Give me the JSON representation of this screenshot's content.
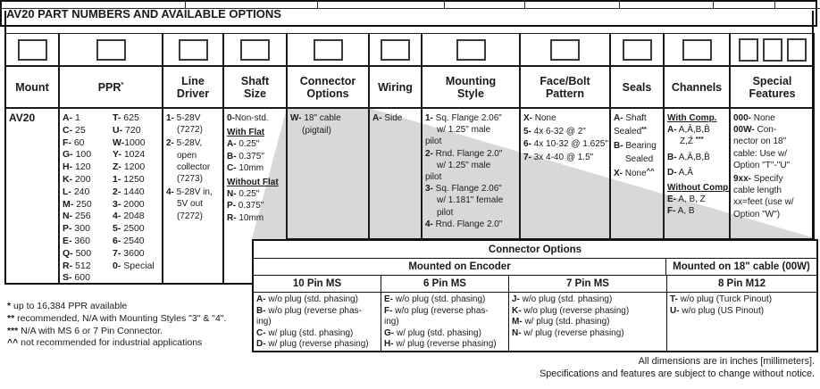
{
  "page": {
    "title": "AV20 PART NUMBERS AND AVAILABLE OPTIONS",
    "footnotes": [
      {
        "p": "*",
        "t": " up to 16,384 PPR available"
      },
      {
        "p": "**",
        "t": " recommended, N/A with Mounting Styles \"3\" & \"4\"."
      },
      {
        "p": "***",
        "t": " N/A with MS 6 or 7 Pin Connector."
      },
      {
        "p": "^^",
        "t": " not recommended for industrial applications"
      }
    ],
    "notes": [
      {
        "t": "All dimensions are in inches [millimeters]."
      },
      {
        "t": "Specifications and features are subject to change without notice."
      }
    ],
    "colors": {
      "shade": "#d8d8d8",
      "ink": "#1a1a1a"
    }
  },
  "columns": [
    {
      "id": "mount",
      "header": {
        "t": "Mount"
      },
      "boxes": 1,
      "body": [
        {
          "p": "AV20"
        }
      ]
    },
    {
      "id": "ppr",
      "header": {
        "t": "PPR",
        "sup": "*"
      },
      "boxes": 1,
      "body_left": [
        {
          "p": "A-",
          "t": " 1"
        },
        {
          "p": "C-",
          "t": " 25"
        },
        {
          "p": "F-",
          "t": " 60"
        },
        {
          "p": "G-",
          "t": " 100"
        },
        {
          "p": "H-",
          "t": " 120"
        },
        {
          "p": "K-",
          "t": " 200"
        },
        {
          "p": "L-",
          "t": " 240"
        },
        {
          "p": "M-",
          "t": " 250"
        },
        {
          "p": "N-",
          "t": " 256"
        },
        {
          "p": "P-",
          "t": " 300"
        },
        {
          "p": "E-",
          "t": " 360"
        },
        {
          "p": "Q-",
          "t": " 500"
        },
        {
          "p": "R-",
          "t": " 512"
        },
        {
          "p": "S-",
          "t": " 600"
        }
      ],
      "body_right": [
        {
          "p": "T-",
          "t": " 625"
        },
        {
          "p": "U-",
          "t": " 720"
        },
        {
          "p": "W-",
          "t": "1000"
        },
        {
          "p": "Y-",
          "t": " 1024"
        },
        {
          "p": "Z-",
          "t": " 1200"
        },
        {
          "p": "1-",
          "t": " 1250"
        },
        {
          "p": "2-",
          "t": " 1440"
        },
        {
          "p": "3-",
          "t": " 2000"
        },
        {
          "p": "4-",
          "t": " 2048"
        },
        {
          "p": "5-",
          "t": " 2500"
        },
        {
          "p": "6-",
          "t": " 2540"
        },
        {
          "p": "7-",
          "t": " 3600"
        },
        {
          "p": "0-",
          "t": " Special"
        }
      ]
    },
    {
      "id": "line_driver",
      "header": {
        "t": "Line\nDriver"
      },
      "boxes": 1,
      "body": [
        {
          "p": "1-",
          "t": " 5-28V"
        },
        {
          "t": "(7272)",
          "ind": 12
        },
        {
          "p": "2-",
          "t": " 5-28V,",
          "mt": 2
        },
        {
          "t": "open",
          "ind": 12
        },
        {
          "t": "collector",
          "ind": 12
        },
        {
          "t": "(7273)",
          "ind": 12
        },
        {
          "p": "4-",
          "t": " 5-28V in,",
          "mt": 2
        },
        {
          "t": "5V out",
          "ind": 12
        },
        {
          "t": "(7272)",
          "ind": 12
        }
      ]
    },
    {
      "id": "shaft_size",
      "header": {
        "t": "Shaft\nSize"
      },
      "boxes": 1,
      "body": [
        {
          "p": "0-",
          "t": "Non-std."
        },
        {
          "t": "With Flat",
          "u": 1,
          "mt": 3
        },
        {
          "p": "A-",
          "t": " 0.25\""
        },
        {
          "p": "B-",
          "t": " 0.375\""
        },
        {
          "p": "C-",
          "t": " 10mm"
        },
        {
          "t": "Without Flat",
          "u": 1,
          "mt": 3
        },
        {
          "p": "N-",
          "t": " 0.25\""
        },
        {
          "p": "P-",
          "t": " 0.375\""
        },
        {
          "p": "R-",
          "t": " 10mm"
        }
      ]
    },
    {
      "id": "connector_options",
      "header": {
        "t": "Connector\nOptions"
      },
      "boxes": 1,
      "body": [
        {
          "p": "W-",
          "t": " 18\" cable"
        },
        {
          "t": "(pigtail)",
          "ind": 13
        }
      ]
    },
    {
      "id": "wiring",
      "header": {
        "t": "Wiring"
      },
      "boxes": 1,
      "body": [
        {
          "p": "A-",
          "t": " Side"
        }
      ]
    },
    {
      "id": "mounting_style",
      "header": {
        "t": "Mounting\nStyle"
      },
      "boxes": 1,
      "body": [
        {
          "p": "1-",
          "t": " Sq. Flange 2.06\""
        },
        {
          "t": "w/ 1.25\" male",
          "ind": 13
        },
        {
          "t": "pilot"
        },
        {
          "p": "2-",
          "t": " Rnd. Flange 2.0\""
        },
        {
          "t": "w/ 1.25\" male",
          "ind": 13
        },
        {
          "t": "pilot"
        },
        {
          "p": "3-",
          "t": " Sq. Flange 2.06\""
        },
        {
          "t": "w/ 1.181\" female",
          "ind": 13
        },
        {
          "t": "pilot",
          "ind": 13
        },
        {
          "p": "4-",
          "t": " Rnd. Flange 2.0\""
        }
      ]
    },
    {
      "id": "face_bolt_pattern",
      "header": {
        "t": "Face/Bolt\nPattern"
      },
      "boxes": 1,
      "body": [
        {
          "p": "X-",
          "t": " None"
        },
        {
          "p": "5-",
          "t": " 4x 6-32 @ 2\""
        },
        {
          "p": "6-",
          "t": " 4x 10-32 @ 1.625\""
        },
        {
          "p": "7-",
          "t": " 3x 4-40 @ 1.5\""
        }
      ]
    },
    {
      "id": "seals",
      "header": {
        "t": "Seals"
      },
      "boxes": 1,
      "body": [
        {
          "p": "A-",
          "t": " Shaft"
        },
        {
          "t": "Sealed",
          "sup": "**"
        },
        {
          "p": "B-",
          "t": " Bearing",
          "mt": 2
        },
        {
          "t": "Sealed",
          "ind": 13
        },
        {
          "p": "X-",
          "t": " None",
          "sup": "^^",
          "mt": 2
        }
      ]
    },
    {
      "id": "channels",
      "header": {
        "t": "Channels"
      },
      "boxes": 1,
      "body": [
        {
          "t": "With Comp.",
          "u": 1
        },
        {
          "p": "A-",
          "t": " A,Ā,B,B̄"
        },
        {
          "t": "Z,Z̄ ",
          "ind": 14,
          "sup": "***"
        },
        {
          "p": "B-",
          "t": " A,Ā,B,B̄",
          "mt": 4
        },
        {
          "p": "D-",
          "t": " A,Ā",
          "mt": 4
        },
        {
          "t": "Without Comp.",
          "u": 1,
          "mt": 4
        },
        {
          "p": "E-",
          "t": " A, B, Z"
        },
        {
          "p": "F-",
          "t": " A, B"
        }
      ]
    },
    {
      "id": "special_features",
      "header": {
        "t": "Special\nFeatures"
      },
      "boxes": 3,
      "body": [
        {
          "p": "000-",
          "t": " None"
        },
        {
          "p": "00W-",
          "t": " Con-"
        },
        {
          "t": "nector on 18\""
        },
        {
          "t": "cable: Use w/"
        },
        {
          "t": "Option \"T\"-\"U\""
        },
        {
          "p": "9xx-",
          "t": " Specify",
          "mt": 2
        },
        {
          "t": "cable length"
        },
        {
          "t": "xx=feet (use w/"
        },
        {
          "t": "Option \"W\")"
        }
      ]
    }
  ],
  "subtable": {
    "title": "Connector Options",
    "groups": [
      {
        "label": "Mounted on Encoder"
      },
      {
        "label": "Mounted on 18\" cable (00W)"
      }
    ],
    "pin_headers": [
      "10 Pin MS",
      "6 Pin MS",
      "7 Pin MS",
      "8 Pin M12"
    ],
    "options": {
      "pin10": [
        {
          "p": "A-",
          "t": " w/o plug (std. phasing)"
        },
        {
          "p": "B-",
          "t": " w/o plug (reverse phas-"
        },
        {
          "t": "ing)"
        },
        {
          "p": "C-",
          "t": " w/ plug (std. phasing)"
        },
        {
          "p": "D-",
          "t": " w/ plug (reverse phasing)"
        }
      ],
      "pin6": [
        {
          "p": "E-",
          "t": " w/o plug (std. phasing)"
        },
        {
          "p": "F-",
          "t": " w/o plug (reverse phas-"
        },
        {
          "t": "ing)"
        },
        {
          "p": "G-",
          "t": " w/ plug (std. phasing)"
        },
        {
          "p": "H-",
          "t": " w/ plug (reverse phasing)"
        }
      ],
      "pin7": [
        {
          "p": "J-",
          "t": " w/o plug (std. phasing)"
        },
        {
          "p": "K-",
          "t": " w/o plug (reverse phasing)"
        },
        {
          "p": "M-",
          "t": " w/ plug (std. phasing)"
        },
        {
          "p": "N-",
          "t": " w/ plug (reverse phasing)"
        }
      ],
      "m12": [
        {
          "p": "T-",
          "t": " w/o plug (Turck Pinout)"
        },
        {
          "p": "U-",
          "t": " w/o plug (US Pinout)"
        }
      ]
    }
  }
}
